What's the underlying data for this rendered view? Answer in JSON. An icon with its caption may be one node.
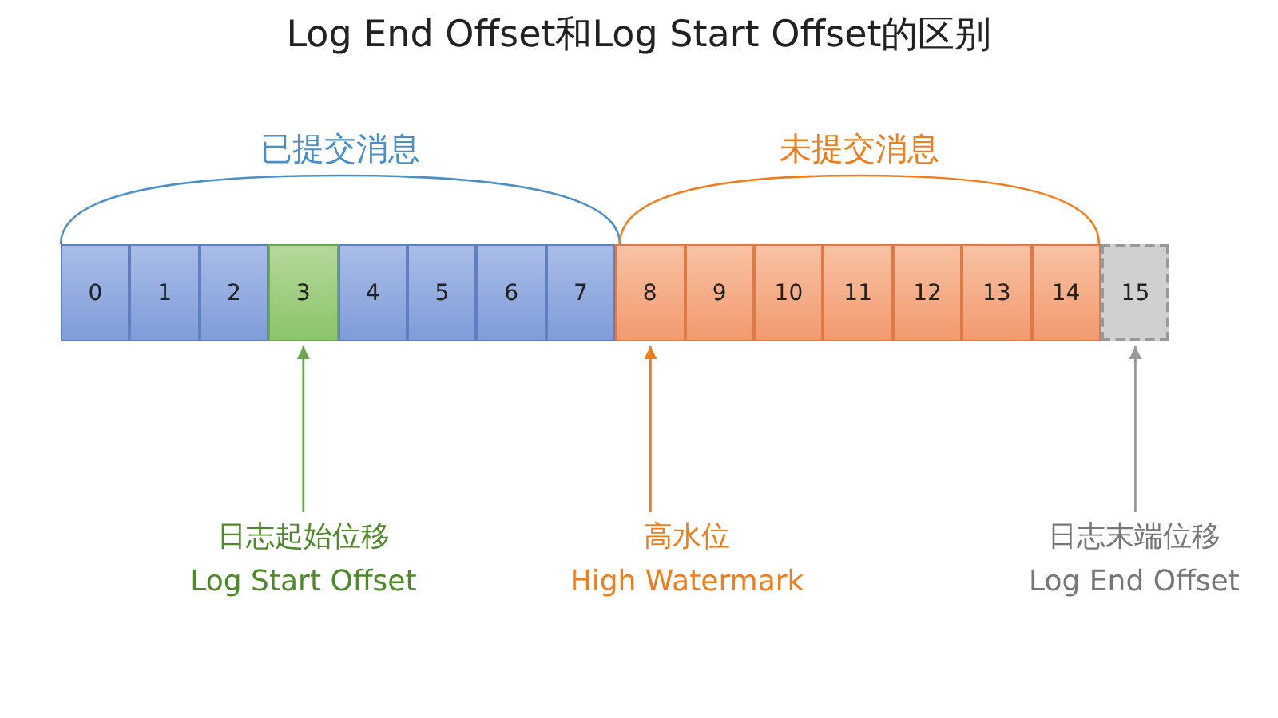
{
  "diagram": {
    "title": "Log End Offset和Log Start Offset的区别",
    "nodes": [
      {
        "text": [
          "0"
        ]
      },
      {
        "text": [
          "1"
        ]
      },
      {
        "text": [
          "2"
        ]
      },
      {
        "text": [
          "3"
        ]
      },
      {
        "text": [
          "4"
        ]
      },
      {
        "text": [
          "5"
        ]
      },
      {
        "text": [
          "6"
        ]
      },
      {
        "text": [
          "7"
        ]
      },
      {
        "text": [
          "8"
        ]
      },
      {
        "text": [
          "9"
        ]
      },
      {
        "text": [
          "10"
        ]
      },
      {
        "text": [
          "11"
        ]
      },
      {
        "text": [
          "12"
        ]
      },
      {
        "text": [
          "13"
        ]
      },
      {
        "text": [
          "14"
        ]
      },
      {
        "text": [
          "15"
        ]
      },
      {
        "text": [
          "日志起始位移",
          "Log Start Offset"
        ]
      },
      {
        "text": [
          "高水位",
          "High Watermark"
        ]
      },
      {
        "text": [
          "日志末端位移",
          "Log End Offset"
        ]
      }
    ],
    "edges": [
      {
        "from": 16,
        "to": 3,
        "arrow": "to",
        "color": "#6aa84f"
      },
      {
        "from": 17,
        "to": 8,
        "arrow": "to",
        "color": "#f07d1a"
      },
      {
        "from": 18,
        "to": 15,
        "arrow": "to",
        "color": "#999999"
      }
    ],
    "labels": [
      "已提交消息",
      "未提交消息"
    ]
  }
}
